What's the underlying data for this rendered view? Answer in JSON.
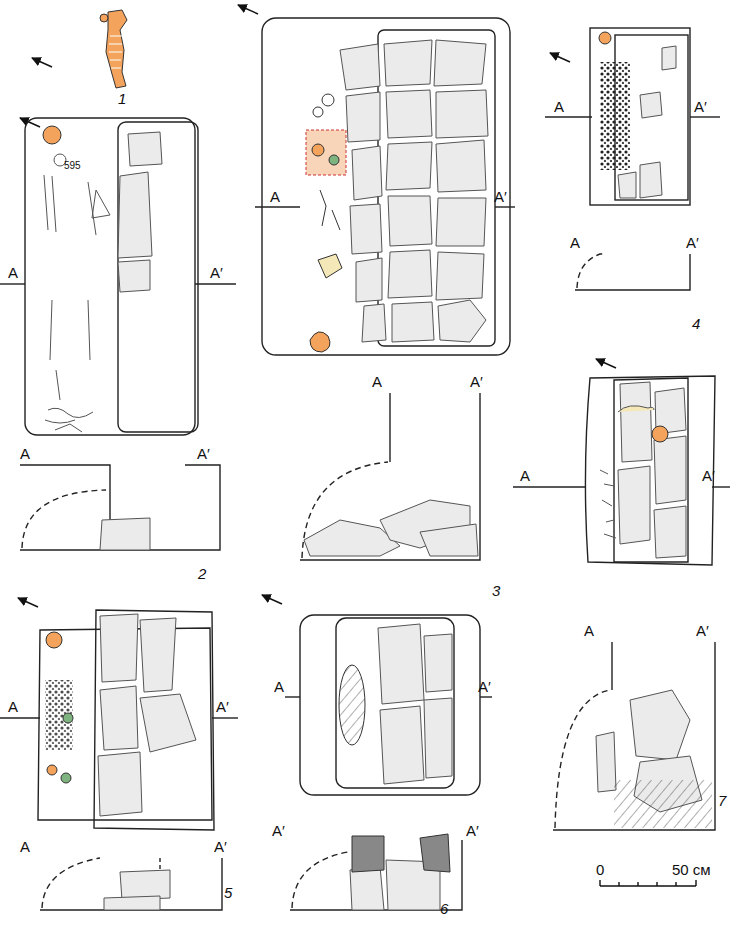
{
  "diagram": {
    "labels": [
      "1",
      "A",
      "A′",
      "A",
      "A′",
      "595",
      "2",
      "A",
      "A′",
      "A",
      "A′",
      "3",
      "A",
      "A′",
      "A",
      "A′",
      "4",
      "A",
      "A′",
      "A",
      "A′",
      "7",
      "A",
      "A′",
      "A",
      "A′",
      "5",
      "A",
      "A′",
      "A′",
      "A′",
      "6",
      "0",
      "50 см"
    ]
  }
}
